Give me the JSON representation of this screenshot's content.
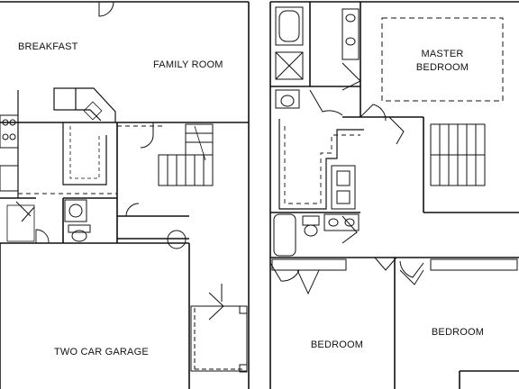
{
  "floor_plan": {
    "rooms": {
      "breakfast": "BREAKFAST",
      "family_room": "FAMILY ROOM",
      "garage": "TWO CAR GARAGE",
      "master_line1": "MASTER",
      "master_line2": "BEDROOM",
      "bedroom_left": "BEDROOM",
      "bedroom_right": "BEDROOM"
    },
    "colors": {
      "wall": "#111111",
      "background": "#ffffff"
    }
  }
}
